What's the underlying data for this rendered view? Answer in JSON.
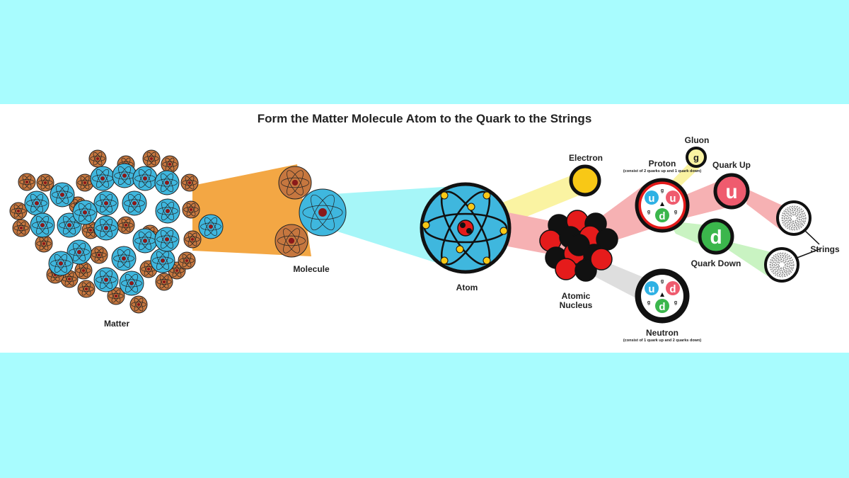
{
  "title": "Form the Matter Molecule Atom to the Quark to the Strings",
  "labels": {
    "matter": "Matter",
    "molecule": "Molecule",
    "atom": "Atom",
    "electron": "Electron",
    "nucleus_line1": "Atomic",
    "nucleus_line2": "Nucleus",
    "proton": "Proton",
    "proton_note": "(consist of 2 quarks up and 1 quark down)",
    "neutron": "Neutron",
    "neutron_note": "(consist of 1 quark up and 2 quarks down)",
    "gluon": "Gluon",
    "quark_up": "Quark Up",
    "quark_down": "Quark Down",
    "strings": "Strings"
  },
  "symbols": {
    "up": "u",
    "down": "d",
    "gluon": "g"
  },
  "colors": {
    "background": "#a8fcfe",
    "atom_blue": "#3fb7de",
    "atom_brown": "#c6773f",
    "beam_orange": "#f3a744",
    "beam_cyan": "#a6f6f8",
    "beam_yellow": "#faf3a2",
    "beam_red": "#f6b1b3",
    "beam_green": "#c9f3c2",
    "beam_gray": "#dedede",
    "electron_yellow": "#f8c816",
    "nucleus_red": "#e51b1b",
    "quark_up_red": "#ef5b6e",
    "quark_down_green": "#3bb64c",
    "quark_blue": "#2fb1e4"
  }
}
